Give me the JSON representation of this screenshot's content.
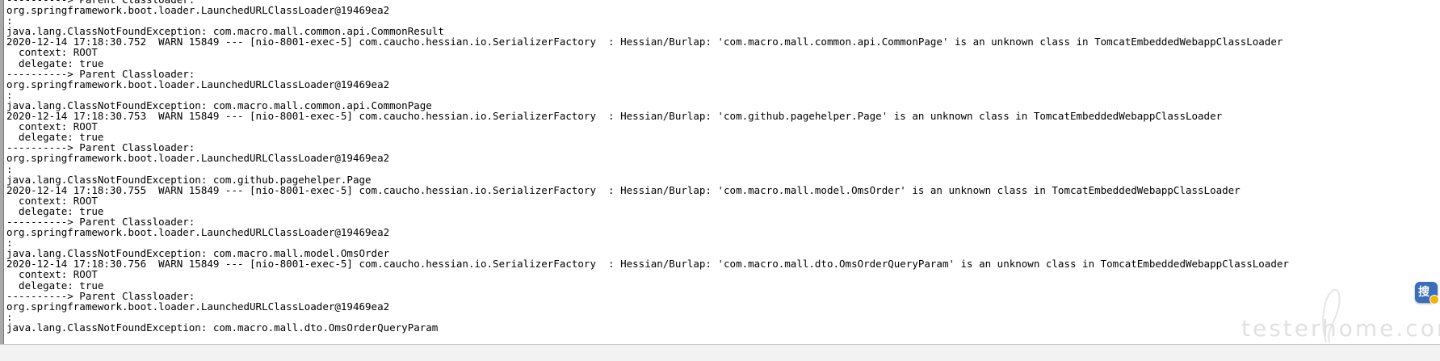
{
  "console": {
    "lines": [
      "----------> Parent Classloader:",
      "org.springframework.boot.loader.LaunchedURLClassLoader@19469ea2",
      ":",
      "java.lang.ClassNotFoundException: com.macro.mall.common.api.CommonResult",
      "2020-12-14 17:18:30.752  WARN 15849 --- [nio-8001-exec-5] com.caucho.hessian.io.SerializerFactory  : Hessian/Burlap: 'com.macro.mall.common.api.CommonPage' is an unknown class in TomcatEmbeddedWebappClassLoader",
      "  context: ROOT",
      "  delegate: true",
      "----------> Parent Classloader:",
      "org.springframework.boot.loader.LaunchedURLClassLoader@19469ea2",
      ":",
      "java.lang.ClassNotFoundException: com.macro.mall.common.api.CommonPage",
      "2020-12-14 17:18:30.753  WARN 15849 --- [nio-8001-exec-5] com.caucho.hessian.io.SerializerFactory  : Hessian/Burlap: 'com.github.pagehelper.Page' is an unknown class in TomcatEmbeddedWebappClassLoader",
      "  context: ROOT",
      "  delegate: true",
      "----------> Parent Classloader:",
      "org.springframework.boot.loader.LaunchedURLClassLoader@19469ea2",
      ":",
      "java.lang.ClassNotFoundException: com.github.pagehelper.Page",
      "2020-12-14 17:18:30.755  WARN 15849 --- [nio-8001-exec-5] com.caucho.hessian.io.SerializerFactory  : Hessian/Burlap: 'com.macro.mall.model.OmsOrder' is an unknown class in TomcatEmbeddedWebappClassLoader",
      "  context: ROOT",
      "  delegate: true",
      "----------> Parent Classloader:",
      "org.springframework.boot.loader.LaunchedURLClassLoader@19469ea2",
      ":",
      "java.lang.ClassNotFoundException: com.macro.mall.model.OmsOrder",
      "2020-12-14 17:18:30.756  WARN 15849 --- [nio-8001-exec-5] com.caucho.hessian.io.SerializerFactory  : Hessian/Burlap: 'com.macro.mall.dto.OmsOrderQueryParam' is an unknown class in TomcatEmbeddedWebappClassLoader",
      "  context: ROOT",
      "  delegate: true",
      "----------> Parent Classloader:",
      "org.springframework.boot.loader.LaunchedURLClassLoader@19469ea2",
      ":",
      "java.lang.ClassNotFoundException: com.macro.mall.dto.OmsOrderQueryParam"
    ]
  },
  "badge": {
    "glyph": "搜",
    "icon": "input-method-icon"
  },
  "watermark": {
    "text": "testerhome.com",
    "color": "#e1e1e1"
  }
}
